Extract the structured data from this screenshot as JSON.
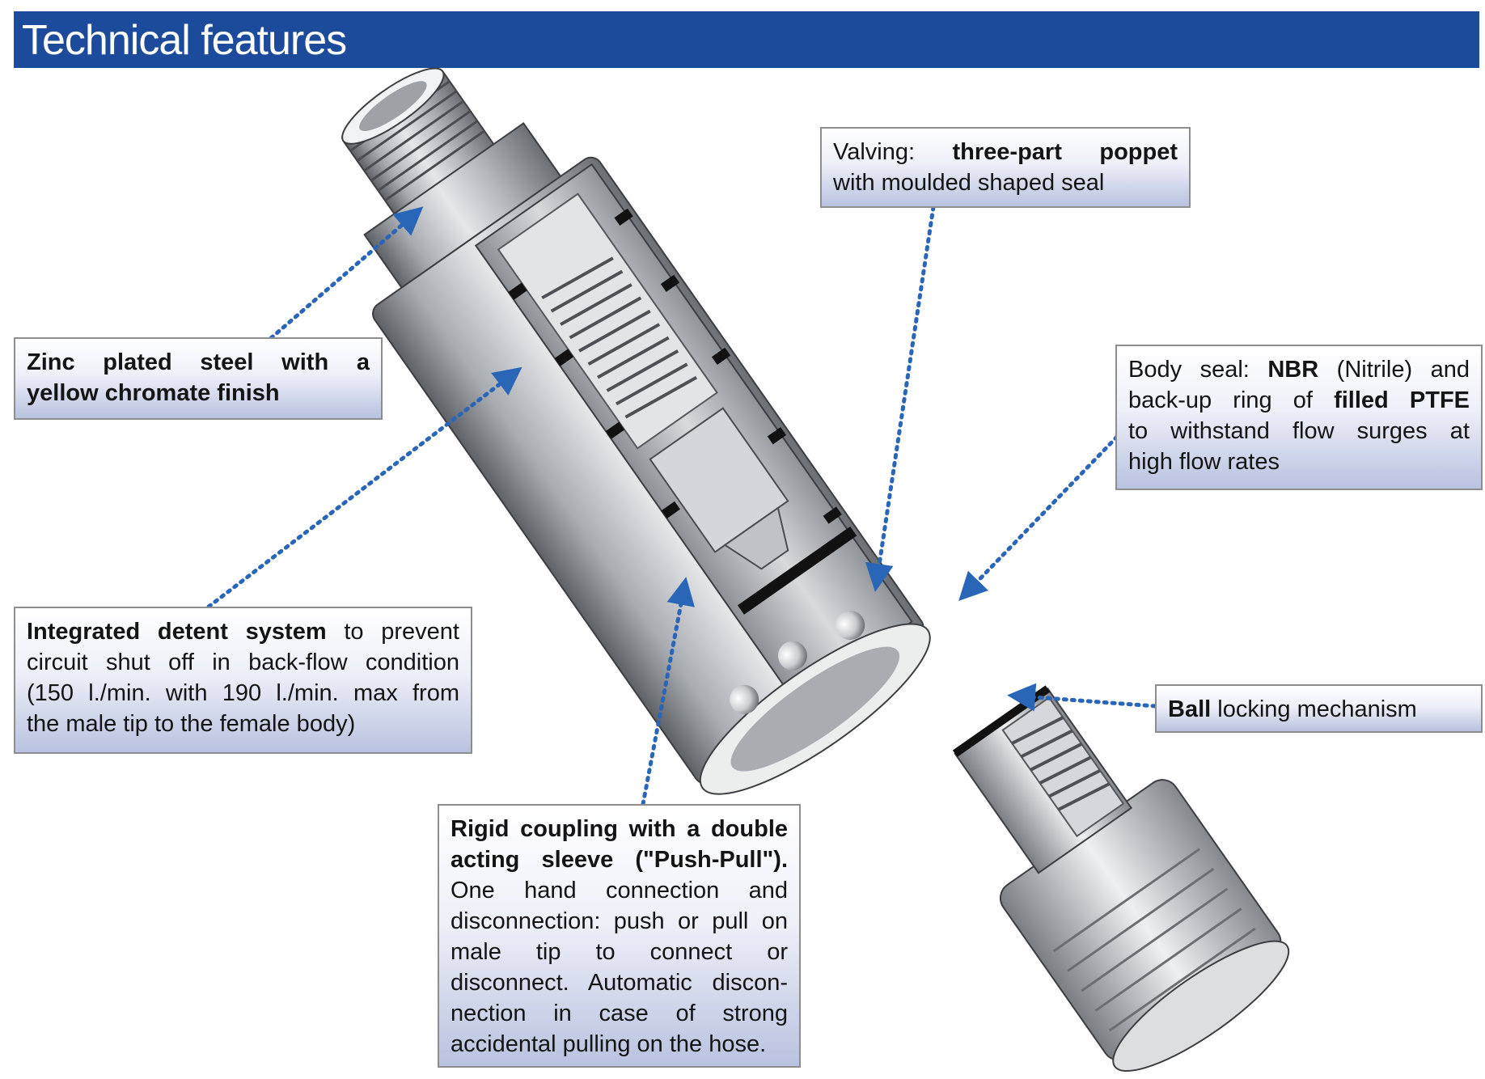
{
  "header": {
    "title": "Technical features"
  },
  "callouts": {
    "material": {
      "lines": [
        "Zinc plated steel with a",
        "yellow chromate finish"
      ]
    },
    "valving": {
      "prefix": "Valving: ",
      "bold": "three-part poppet",
      "line2": "with moulded shaped seal"
    },
    "body_seal": {
      "l1_a": "Body seal: ",
      "l1_b": "NBR",
      "l1_c": " (Nitrile) and",
      "l2_a": "back-up ring of ",
      "l2_b": "filled PTFE",
      "l3": "to withstand flow surges at",
      "l4": "high flow rates"
    },
    "detent": {
      "bold": "Integrated detent system",
      "l1_rest": " to prevent",
      "l2": "circuit shut off in back-flow condition",
      "l3": "(150 l./min. with 190 l./min. max from",
      "l4": "the male tip to the female body)"
    },
    "ball_lock": {
      "bold": "Ball",
      "rest": " locking mechanism"
    },
    "rigid": {
      "l1": "Rigid coupling with a double",
      "l2": "acting sleeve (\"Push-Pull\").",
      "l3": "One hand connection and",
      "l4": "disconnection: push or pull on",
      "l5": "male tip to connect or",
      "l6": "disconnect. Automatic discon-",
      "l7": "nection in case of strong",
      "l8": "accidental pulling on the hose."
    }
  },
  "colors": {
    "header": "#1d4b9c",
    "arrow": "#2a66b8",
    "metal": "#b8bbc0"
  },
  "icons": [
    "coupling-illustration",
    "male-tip-illustration",
    "pointer-arrow"
  ]
}
